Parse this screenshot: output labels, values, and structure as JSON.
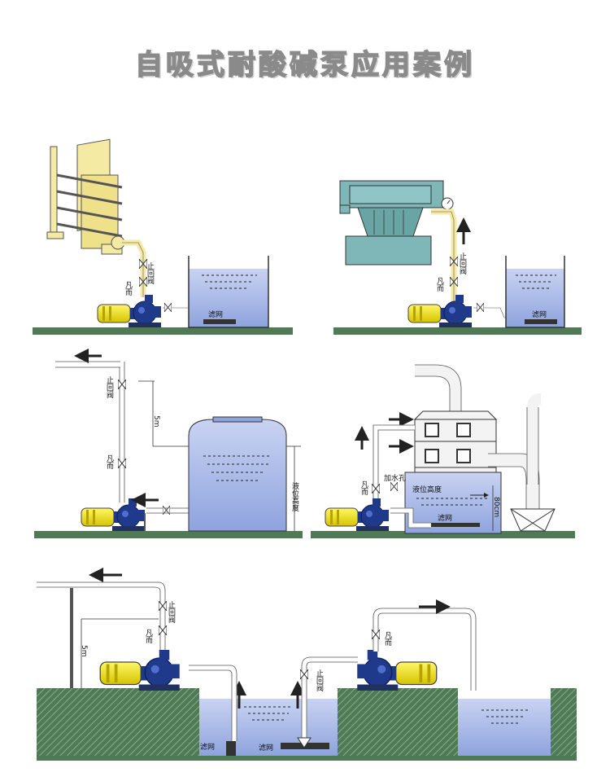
{
  "title": "自吸式耐酸碱泵应用案例",
  "labels": {
    "check_valve": "止回阀",
    "flange": "凡而",
    "filter": "滤网",
    "liquid_level": "液位高度",
    "filler_hole": "加水孔",
    "h5m": "5m",
    "h80cm": "80cm"
  },
  "colors": {
    "pump_motor": "#f2e200",
    "pump_body": "#1f3a8a",
    "tank_water": "#a7b7e8",
    "ground": "#4f7a55",
    "pipe": "#ffffff",
    "equipment": "#f5eaa4",
    "filter_press": "#7fb7b8"
  }
}
